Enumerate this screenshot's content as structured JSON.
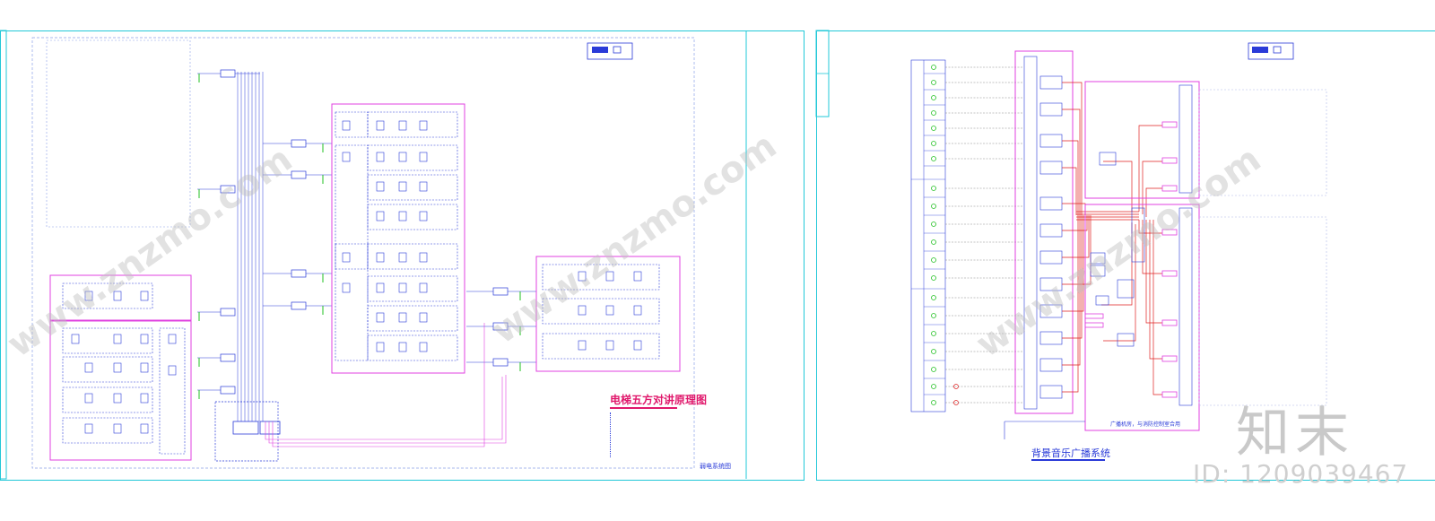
{
  "left_sheet": {
    "title": "电梯五方对讲原理图",
    "footer_label": "弱电系统图"
  },
  "right_sheet": {
    "title": "背景音乐广播系统",
    "bottom_box_label": "广播机房，与消防控制室合用"
  },
  "brand": "知末",
  "id_text": "ID: 1209039467",
  "watermark": "www.znzmo.com",
  "colors": {
    "frame": "#22c8d8",
    "magenta": "#e040e0",
    "blue": "#2a3bd8",
    "red": "#e02020",
    "green": "#22c022",
    "gray": "#8a8a8a"
  }
}
